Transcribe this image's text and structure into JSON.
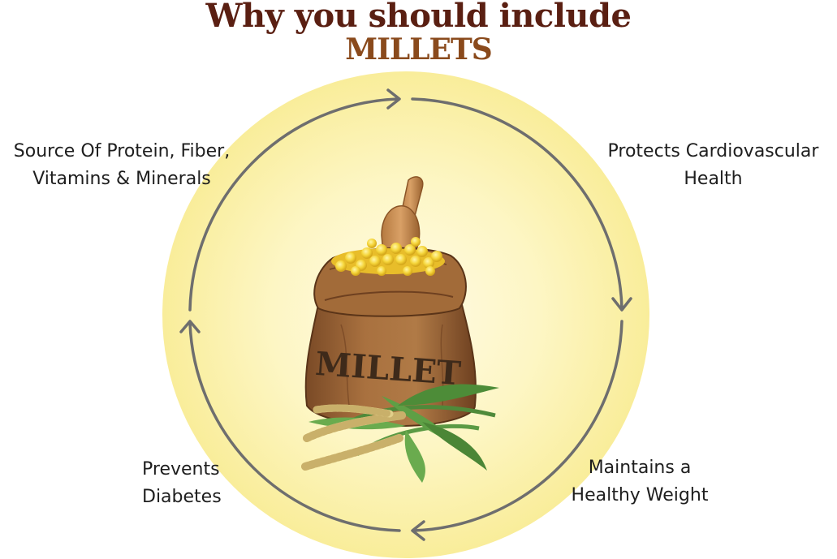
{
  "title": {
    "line1": "Why you should include",
    "line2": "MILLETS"
  },
  "center": {
    "bag_text": "MILLET"
  },
  "benefits": [
    {
      "id": "top-left",
      "lines": [
        "Source Of Protein, Fiber,",
        "Vitamins & Minerals"
      ]
    },
    {
      "id": "top-right",
      "lines": [
        "Protects Cardiovascular",
        "Health"
      ]
    },
    {
      "id": "bottom-right",
      "lines": [
        "Maintains a",
        "Healthy Weight"
      ]
    },
    {
      "id": "bottom-left",
      "lines": [
        "Prevents",
        "Diabetes"
      ]
    }
  ],
  "colors": {
    "title_dark": "#5a1f12",
    "title_accent": "#8a4a1c",
    "glow": "#fbf3b0",
    "arrow": "#6e6e6e",
    "text": "#1e1e1e"
  }
}
